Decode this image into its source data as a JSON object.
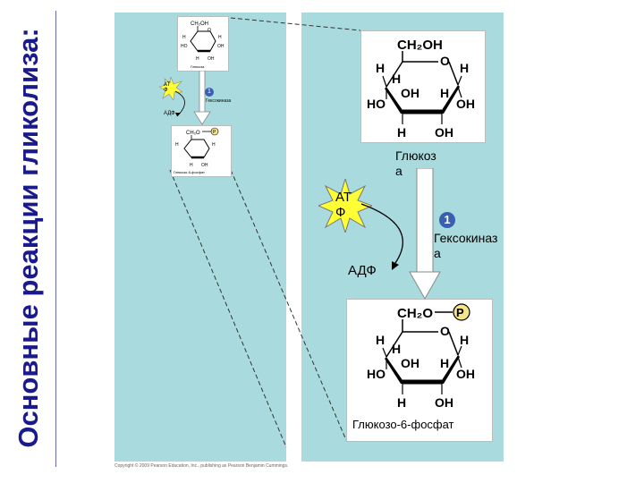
{
  "title": "Основные реакции гликолиза:",
  "small": {
    "glucose_label": "Глюкоза",
    "atp": "АТ Ф",
    "step": "1",
    "enzyme": "Гексокиназа",
    "adp": "АДФ",
    "g6p_label": "Глюкозо-6-фосфат"
  },
  "large": {
    "glucose_label_1": "Глюкоз",
    "glucose_label_2": "а",
    "atp_1": "АТ",
    "atp_2": "Ф",
    "step": "1",
    "enzyme_1": "Гексокиназ",
    "enzyme_2": "а",
    "adp": "АДФ",
    "g6p_label": "Глюкозо-6-фосфат",
    "phosphate": "P"
  },
  "glucose_ring": {
    "ch2oh": "CH₂OH",
    "ring_o": "O",
    "h": "H",
    "oh": "OH",
    "ho": "HO"
  },
  "g6p_ring": {
    "ch2o": "CH₂O"
  },
  "copyright": "Copyright © 2009 Pearson Education, Inc., publishing as Pearson Benjamin Cummings."
}
